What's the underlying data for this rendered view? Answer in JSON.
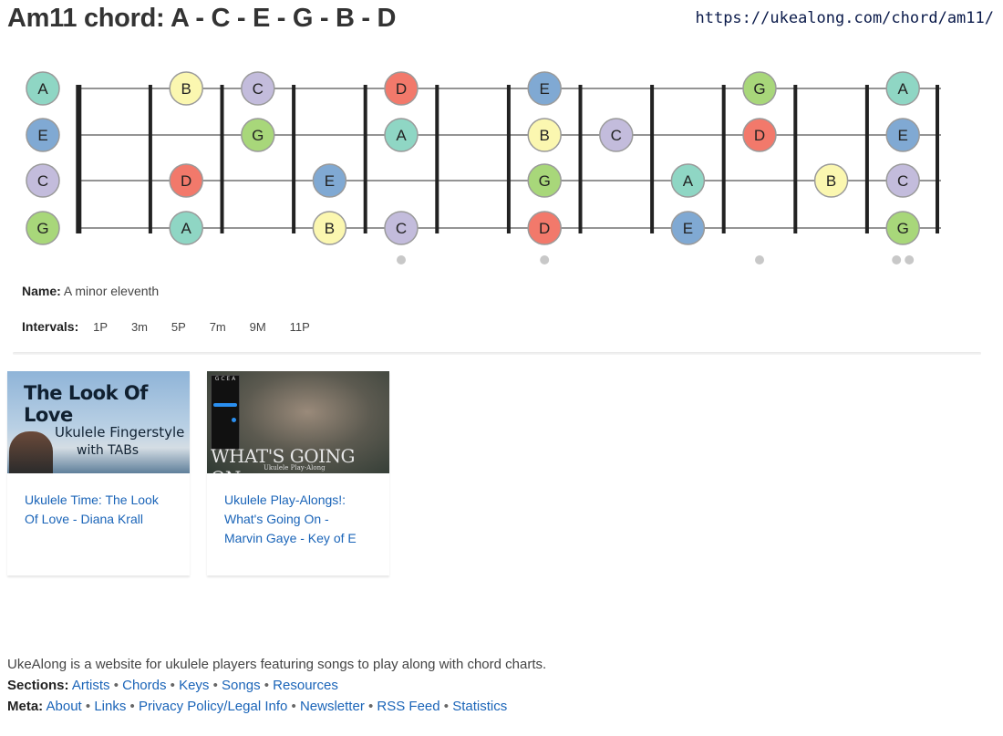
{
  "header": {
    "title": "Am11 chord: A - C - E - G - B - D",
    "url": "https://ukealong.com/chord/am11/"
  },
  "colors": {
    "A": "#8fd6c4",
    "B": "#fbf7b0",
    "C": "#c3bcdc",
    "D": "#f2796b",
    "E": "#80a9d3",
    "G": "#a8d77a"
  },
  "fretboard": {
    "strings": [
      [
        "A",
        null,
        "B",
        "C",
        null,
        "D",
        null,
        "E",
        null,
        null,
        "G",
        null,
        "A"
      ],
      [
        "E",
        null,
        null,
        "G",
        null,
        "A",
        null,
        "B",
        "C",
        null,
        "D",
        null,
        "E"
      ],
      [
        "C",
        null,
        "D",
        null,
        "E",
        null,
        null,
        "G",
        null,
        "A",
        null,
        "B",
        "C"
      ],
      [
        "G",
        null,
        "A",
        null,
        "B",
        "C",
        null,
        "D",
        null,
        "E",
        null,
        null,
        "G"
      ]
    ],
    "marker_frets": [
      5,
      7,
      10,
      12
    ]
  },
  "info": {
    "name_label": "Name:",
    "name_value": "A minor eleventh",
    "intervals_label": "Intervals:",
    "intervals": [
      "1P",
      "3m",
      "5P",
      "7m",
      "9M",
      "11P"
    ]
  },
  "videos": [
    {
      "thumb_title": "The Look Of Love",
      "thumb_sub1": "Ukulele Fingerstyle",
      "thumb_sub2": "with TABs",
      "title": "Ukulele Time: The Look Of Love - Diana Krall"
    },
    {
      "thumb_title": "WHAT'S GOING ON",
      "thumb_sub1": "Ukulele Play-Along",
      "thumb_sub2": "G C E A",
      "title": "Ukulele Play-Alongs!: What's Going On - Marvin Gaye - Key of E"
    }
  ],
  "footer": {
    "about": "UkeAlong is a website for ukulele players featuring songs to play along with chord charts.",
    "sections_label": "Sections:",
    "sections": [
      "Artists",
      "Chords",
      "Keys",
      "Songs",
      "Resources"
    ],
    "meta_label": "Meta:",
    "meta": [
      "About",
      "Links",
      "Privacy Policy/Legal Info",
      "Newsletter",
      "RSS Feed",
      "Statistics"
    ]
  }
}
